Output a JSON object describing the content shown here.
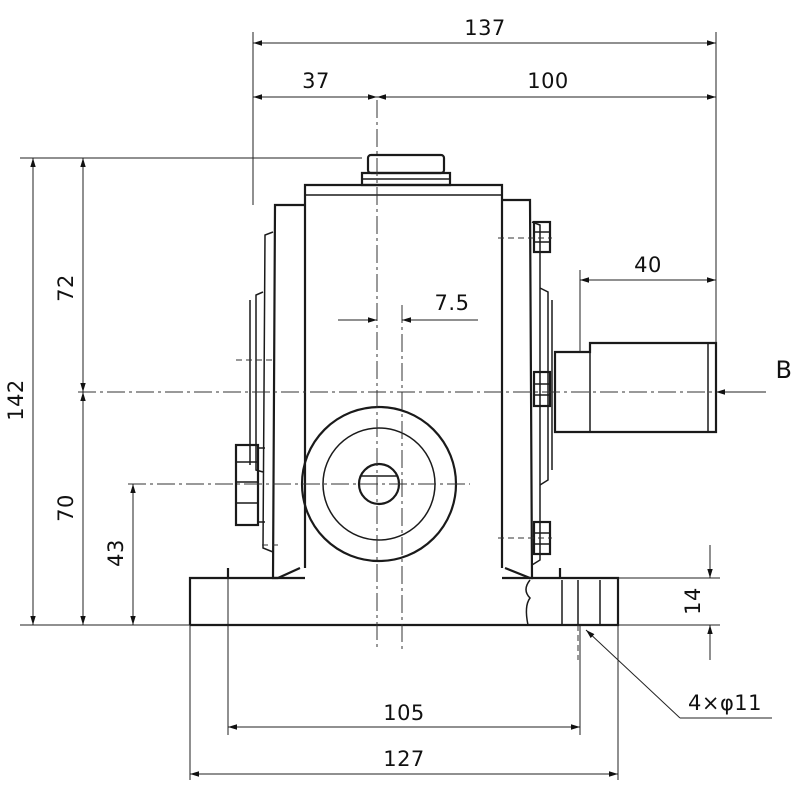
{
  "dimensions": {
    "overall_width_top": "137",
    "shaft_offset": "37",
    "shaft_to_edge": "100",
    "shaft_extension": "40",
    "offset_small": "7.5",
    "height_upper": "72",
    "height_total": "142",
    "height_lower": "70",
    "output_height": "43",
    "base_thickness": "14",
    "bolt_spacing": "105",
    "base_width": "127",
    "hole_callout": "4×φ11"
  },
  "view_marker": "B"
}
